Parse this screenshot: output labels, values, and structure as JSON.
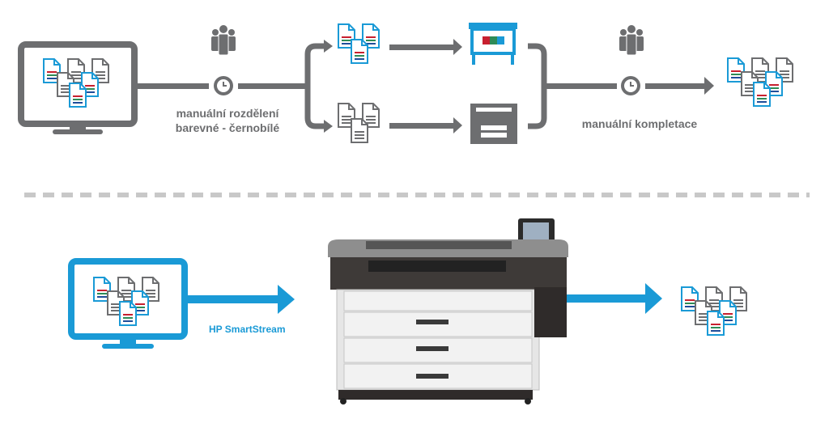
{
  "colors": {
    "gray": "#6d6e70",
    "blue": "#1a9ad6",
    "doc_red": "#c8202f",
    "doc_green": "#2e8b57",
    "doc_blue": "#1f4e9a",
    "divider": "#c8c8c8"
  },
  "top_workflow": {
    "step1_label_line1": "manuální rozdělení",
    "step1_label_line2": "barevné - černobílé",
    "step2_label": "manuální kompletace"
  },
  "bottom_workflow": {
    "software_label": "HP SmartStream"
  }
}
